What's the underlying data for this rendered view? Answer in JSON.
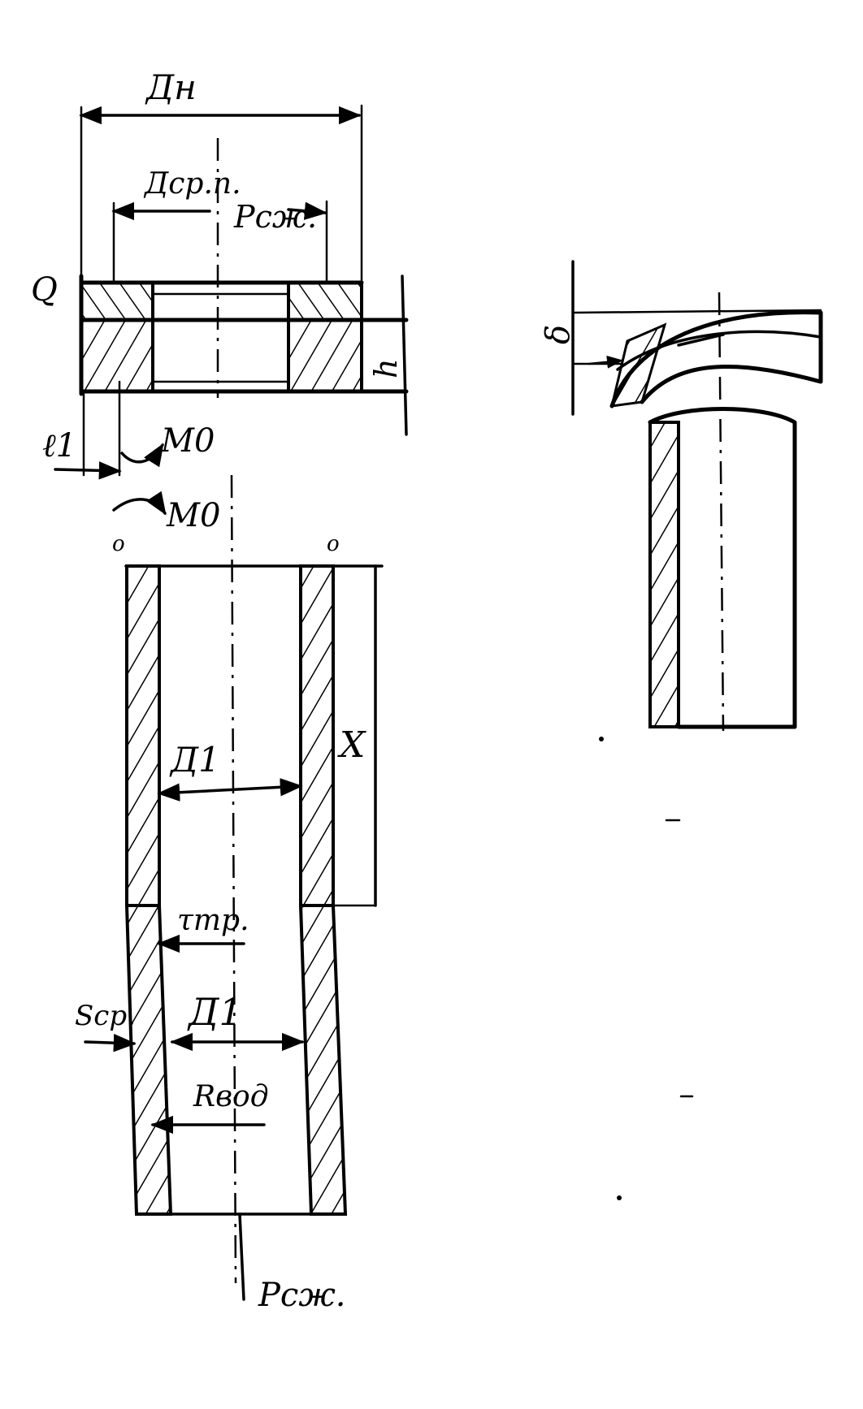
{
  "labels": {
    "d_outer": "Дн",
    "d_mean_gasket": "Дср.п.",
    "p_compress_top": "Рсж.",
    "q": "Q",
    "h": "h",
    "l1": "ℓ1",
    "m0_top": "М0",
    "m0_mid": "М0",
    "o_left": "о",
    "o_right": "о",
    "x": "X",
    "d1_upper": "Д1",
    "tau": "τтр.",
    "s": "Sср.",
    "d1_lower": "Д1",
    "r": "Rвод",
    "p_compress_bottom": "Рсж.",
    "delta": "δ"
  },
  "colors": {
    "ink": "#000000",
    "paper": "#ffffff"
  }
}
